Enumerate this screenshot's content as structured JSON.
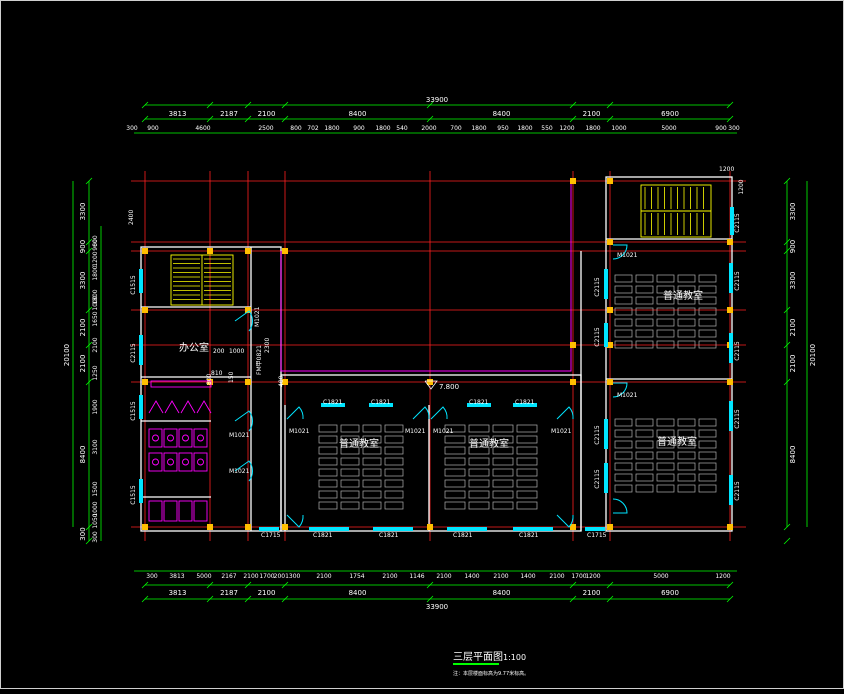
{
  "drawing": {
    "title": "三层平面图",
    "scale": "1:100",
    "note": "注：本层楼面标高为9.77米标高。",
    "elevation_mark": "7.800"
  },
  "colors": {
    "background": "#000000",
    "axis": "#ff2020",
    "wall": "#ffffff",
    "dim": "#00ff00",
    "text": "#ffffff",
    "window": "#00e5ff",
    "column": "#ffbf00",
    "stair": "#ffff00",
    "furniture": "#b0b0b0",
    "wc": "#ff00ff",
    "boundary": "#ff00ff"
  },
  "dimensions": {
    "top_total": "33900",
    "top_segments": [
      "3813",
      "2187",
      "2100",
      "8400",
      "8400",
      "2100",
      "6900"
    ],
    "top_details": [
      "300",
      "900",
      "4600",
      "2500",
      "800",
      "702",
      "1800",
      "900",
      "1800",
      "540",
      "2000",
      "700",
      "1800",
      "950",
      "1800",
      "550",
      "1200",
      "1800",
      "1000",
      "5000",
      "900",
      "300"
    ],
    "bottom_details": [
      "300",
      "3813",
      "5000",
      "2167",
      "2100",
      "1700",
      "2001300",
      "2100",
      "1754",
      "2100",
      "1146",
      "2100",
      "1400",
      "2100",
      "1400",
      "2100",
      "1700",
      "1200",
      "5000",
      "1200"
    ],
    "bottom_segments": [
      "3813",
      "2187",
      "2100",
      "8400",
      "8400",
      "2100",
      "6900"
    ],
    "bottom_total": "33900",
    "left_total": "20100",
    "left_segments": [
      "3300",
      "900",
      "3300",
      "2100",
      "2100",
      "8400",
      "300"
    ],
    "left_details": [
      "900",
      "1200",
      "600",
      "1800",
      "1800",
      "1000",
      "1650",
      "2100",
      "1250",
      "1900",
      "3100",
      "1500",
      "1000",
      "1050",
      "300"
    ],
    "right_total": "20100",
    "right_segments": [
      "3300",
      "900",
      "3300",
      "2100",
      "2100",
      "8400"
    ],
    "right_details": [
      "1200",
      "1200"
    ]
  },
  "rooms": [
    {
      "name": "办公室"
    },
    {
      "name": "普通教室"
    },
    {
      "name": "普通教室"
    },
    {
      "name": "普通教室"
    },
    {
      "name": "普通教室"
    }
  ],
  "tags": {
    "windows": [
      "C1821",
      "C1821",
      "C1821",
      "C1821",
      "C1821",
      "C1821",
      "C1821",
      "C1821",
      "C2115",
      "C2115",
      "C2115",
      "C2115",
      "C1715",
      "C1715",
      "C2115",
      "C2115",
      "C2115",
      "C2115",
      "C2115",
      "C1515",
      "C1515",
      "C1515",
      "C2115"
    ],
    "doors": [
      "M1021",
      "M1021",
      "M1021",
      "M1021",
      "M1021",
      "M1021",
      "M1021",
      "M1021",
      "M1021",
      "FM甲0821"
    ],
    "misc": [
      "1000",
      "200",
      "810",
      "800",
      "2300",
      "400",
      "2400",
      "150"
    ]
  }
}
